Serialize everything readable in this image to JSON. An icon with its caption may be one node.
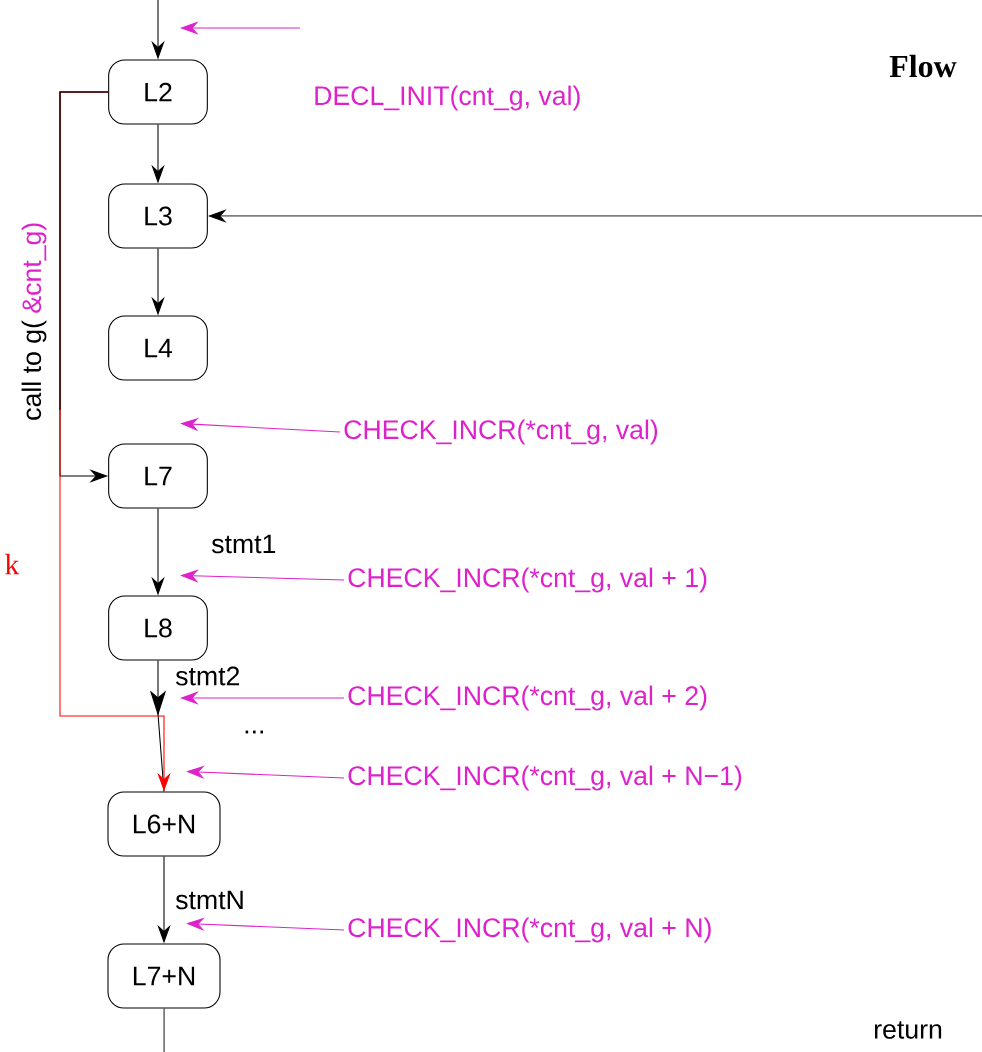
{
  "diagram": {
    "title": "Flow",
    "nodes": [
      {
        "text": [
          "L2"
        ]
      },
      {
        "text": [
          "L3"
        ]
      },
      {
        "text": [
          "L4"
        ]
      },
      {
        "text": [
          "L7"
        ]
      },
      {
        "text": [
          "L8"
        ]
      },
      {
        "text": [
          "L6+N"
        ]
      },
      {
        "text": [
          "L7+N"
        ]
      },
      {
        "text": [
          "CHECK_INCR(*cnt_g, val)"
        ]
      },
      {
        "text": [
          "CHECK_INCR(*cnt_g, val + 1)"
        ]
      },
      {
        "text": [
          "CHECK_INCR(*cnt_g, val + 2)"
        ]
      },
      {
        "text": [
          "CHECK_INCR(*cnt_g, val + N−1)"
        ]
      },
      {
        "text": [
          "CHECK_INCR(*cnt_g, val + N)"
        ]
      }
    ],
    "edges": [
      {
        "from": null,
        "to": 0,
        "arrow": "to"
      },
      {
        "from": 0,
        "to": 1,
        "arrow": "to"
      },
      {
        "from": null,
        "to": 1,
        "arrow": "to"
      },
      {
        "from": 1,
        "to": 2,
        "arrow": "to"
      },
      {
        "from": 0,
        "to": 3,
        "arrow": "to",
        "label": "call to g("
      },
      {
        "from": 3,
        "to": 4,
        "arrow": "to",
        "label": "stmt1"
      },
      {
        "from": 4,
        "to": 5,
        "arrow": "to",
        "label": "stmt2"
      },
      {
        "from": 0,
        "to": 5,
        "arrow": "to",
        "color": "#ff0000"
      },
      {
        "from": 5,
        "to": 6,
        "arrow": "to",
        "label": "stmtN"
      },
      {
        "from": 6,
        "to": null,
        "arrow": "none"
      },
      {
        "from": 7,
        "to": 3,
        "arrow": "to",
        "color": "#dd22cc"
      },
      {
        "from": 8,
        "to": 4,
        "arrow": "to",
        "color": "#dd22cc"
      },
      {
        "from": 9,
        "to": null,
        "arrow": "to",
        "color": "#dd22cc"
      },
      {
        "from": 10,
        "to": 5,
        "arrow": "to",
        "color": "#dd22cc"
      },
      {
        "from": 11,
        "to": 6,
        "arrow": "to",
        "color": "#dd22cc"
      }
    ],
    "labels": [
      "DECL_INIT(cnt_g, val)",
      "&cnt_g)",
      "k",
      "...",
      "return"
    ]
  }
}
